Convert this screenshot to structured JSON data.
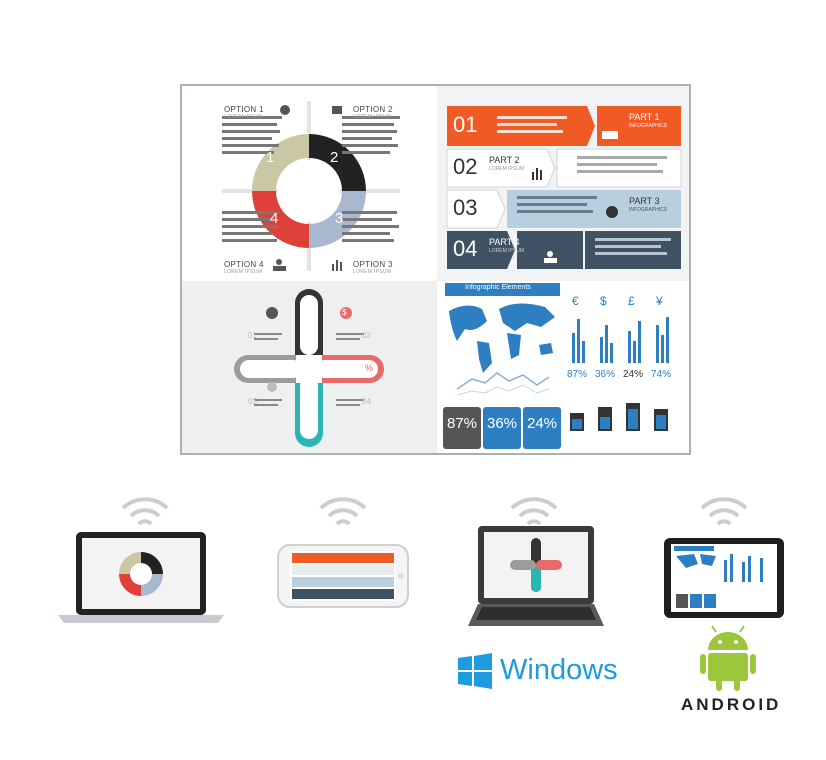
{
  "screen": {
    "q1": {
      "options": [
        {
          "label": "OPTION 1",
          "sub": "LOREM IPSUM"
        },
        {
          "label": "OPTION 2",
          "sub": "LOREM IPSUM"
        },
        {
          "label": "OPTION 4",
          "sub": "LOREM IPSUM"
        },
        {
          "label": "OPTION 3",
          "sub": "LOREM IPSUM"
        }
      ],
      "segment_numbers": [
        "1",
        "2",
        "3",
        "4"
      ]
    },
    "q2": {
      "rows": [
        {
          "num": "01",
          "part": "PART 1",
          "sub": "INFOGRAPHICS"
        },
        {
          "num": "02",
          "part": "PART 2",
          "sub": "LOREM IPSUM"
        },
        {
          "num": "03",
          "part": "PART 3",
          "sub": "INFOGRAPHICS"
        },
        {
          "num": "04",
          "part": "PART 4",
          "sub": "LOREM IPSUM"
        }
      ]
    },
    "q3": {
      "numbers": [
        "01",
        "02",
        "03",
        "04"
      ],
      "icons": [
        "$",
        "%"
      ]
    },
    "q4": {
      "banner": "Infographic Elements",
      "currencies": [
        "€",
        "$",
        "£",
        "¥"
      ],
      "percents": [
        "87%",
        "36%",
        "24%",
        "74%"
      ],
      "tiles": [
        "87%",
        "36%",
        "24%"
      ]
    }
  },
  "platforms": {
    "windows": "Windows",
    "android": "ANDROID"
  },
  "colors": {
    "orange": "#f05a24",
    "dark_blue": "#3f5263",
    "light_blue": "#b8cfdf",
    "mid_blue": "#2d7fc1",
    "teal": "#2bb5b3",
    "red": "#e0403a",
    "olive": "#c9c7a4",
    "android_green": "#9cc63b",
    "windows_blue": "#1e9be0"
  }
}
